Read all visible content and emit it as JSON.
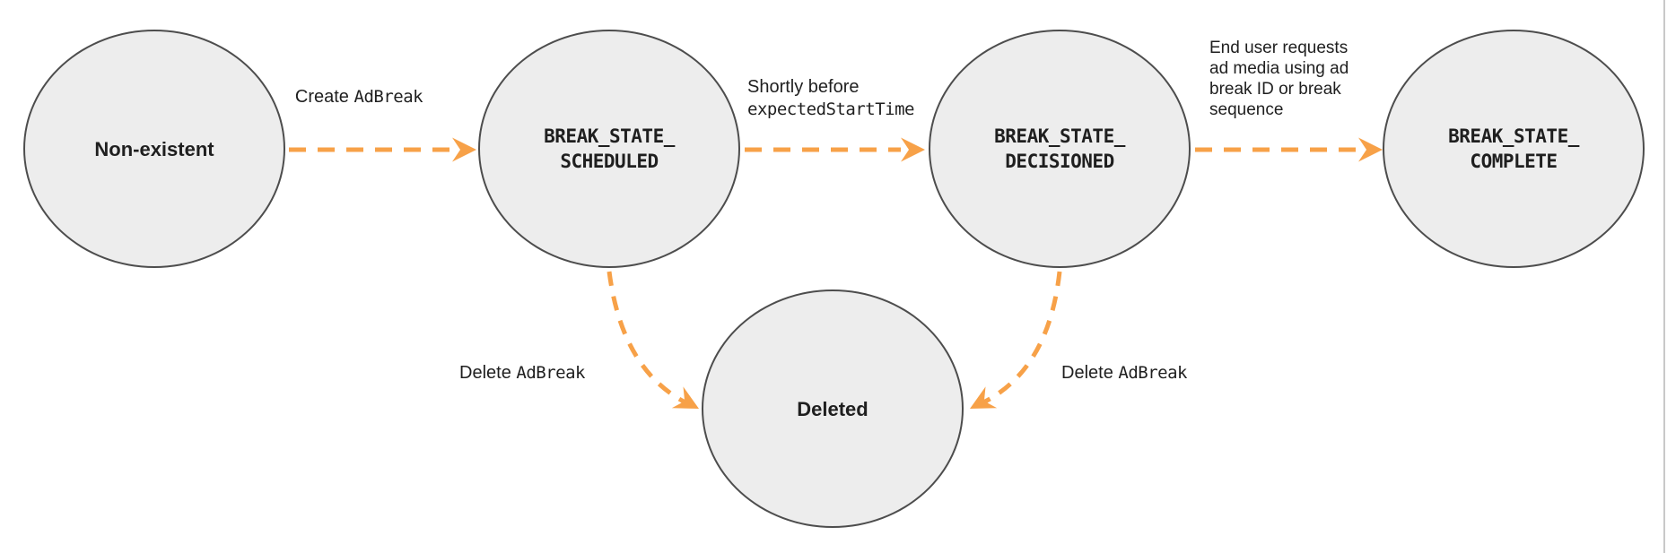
{
  "colors": {
    "arrow_orange": "#F7A148",
    "node_fill": "#EDEDED",
    "node_border": "#4D4D4D",
    "text": "#1F1F1F",
    "page_edge_line": "#C9C9C9",
    "background": "#FFFFFF"
  },
  "states": {
    "non_existent": {
      "label": "Non-existent"
    },
    "scheduled": {
      "label_line1": "BREAK_STATE_",
      "label_line2": "SCHEDULED"
    },
    "decisioned": {
      "label_line1": "BREAK_STATE_",
      "label_line2": "DECISIONED"
    },
    "complete": {
      "label_line1": "BREAK_STATE_",
      "label_line2": "COMPLETE"
    },
    "deleted": {
      "label": "Deleted"
    }
  },
  "transitions": {
    "create_adbreak": {
      "label_plain": "Create",
      "label_code": "AdBreak"
    },
    "shortly_before": {
      "label_plain": "Shortly before",
      "label_code": "expectedStartTime"
    },
    "end_user_request": {
      "label": "End user requests ad media using ad break ID or break sequence"
    },
    "delete_adbreak_left": {
      "label_plain": "Delete",
      "label_code": "AdBreak"
    },
    "delete_adbreak_right": {
      "label_plain": "Delete",
      "label_code": "AdBreak"
    }
  }
}
